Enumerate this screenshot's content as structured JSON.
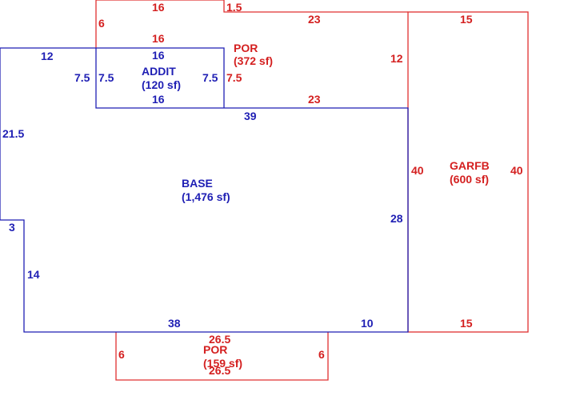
{
  "colors": {
    "base": "#1f1fb4",
    "addition": "#d42020"
  },
  "areas": {
    "base": {
      "name": "BASE",
      "area": "(1,476 sf)"
    },
    "addit": {
      "name": "ADDIT",
      "area": "(120 sf)"
    },
    "por_top": {
      "name": "POR",
      "area": "(372 sf)"
    },
    "garfb": {
      "name": "GARFB",
      "area": "(600 sf)"
    },
    "por_bottom": {
      "name": "POR",
      "area": "(159 sf)"
    }
  },
  "dims": {
    "base_left_top": "12",
    "base_left": "21.5",
    "base_notch": "3",
    "base_left_lower": "14",
    "base_bottom_left": "38",
    "base_bottom_right": "10",
    "base_right": "28",
    "base_top_right": "39",
    "addit_top": "16",
    "addit_bottom": "16",
    "addit_left_out": "7.5",
    "addit_left_in": "7.5",
    "addit_right_in": "7.5",
    "por_top_top": "16",
    "por_top_step": "1.5",
    "por_top_long_top": "23",
    "por_top_left": "6",
    "por_top_inner": "16",
    "por_top_right_addit": "7.5",
    "por_top_right": "12",
    "por_top_bottom": "23",
    "garfb_top": "15",
    "garfb_bottom": "15",
    "garfb_left": "40",
    "garfb_right": "40",
    "por_bottom_top": "26.5",
    "por_bottom_bottom": "26.5",
    "por_bottom_left": "6",
    "por_bottom_right": "6"
  }
}
